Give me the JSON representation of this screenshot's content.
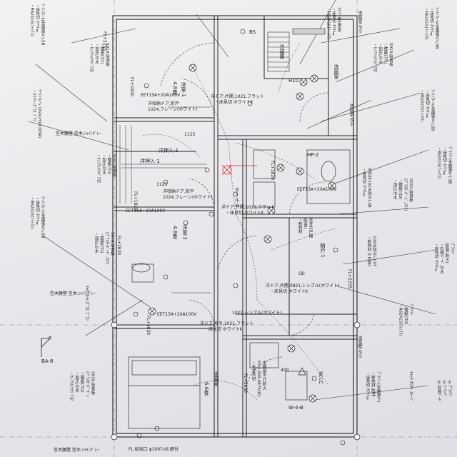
{
  "rooms": {
    "western_1": "洋室-1",
    "western_2": "洋室-2",
    "bedroom": "主寝室",
    "hall": "ホール-2",
    "storage": "納戸-1",
    "closet_1": "洋押入-1",
    "closet_2": "洋押入-1",
    "toilet": "W.I.C",
    "fridge": "冷蔵庫",
    "washroom": "洗面室",
    "wc": "W-4-B"
  },
  "areas": {
    "western_1": "4.8畳",
    "western_2": "4.8畳",
    "bedroom": "6.6畳"
  },
  "doors": {
    "d1": "洋ドア,片開,1021,フラット",
    "d1b": "・床見切 ホワイトⅡ",
    "d2": "洋収納ドア,折戸",
    "d2b": "1024,フレーン(ホワイト)",
    "d3": "洋ドア,片開,1021,フラット",
    "d3b": "・床見切 ホワイトⅡ",
    "d4": "洋ドア,片開,0821,シンプル(ホワイト)",
    "d4b": "・床見切 ホワイトⅡ",
    "d5": "洋ドア,片引,1021,フラット",
    "d5b": "・床見切 ホワイトⅡ",
    "d6": "1021,シンプル(ホワイト)",
    "d7": "洋収納ドア,折戸",
    "d7b": "1024,フレーン(ホワイト)"
  },
  "electrical": {
    "eet1": "EET15A+20A100V",
    "eet2": "EET15A+20A100V",
    "eet3": "EET15A+20A100V",
    "eet4": "EET15A+20A100V",
    "fl1": "FL+1820",
    "fl2": "FL+1820",
    "fl3": "FL+1820",
    "fl4": "FL+2255",
    "fl5": "FL+2255",
    "fl6": "FL+2050",
    "fl7": "FL+1820",
    "fl8": "FL+1820",
    "h10": "H10",
    "bs": "BS",
    "hp2": "HP-2",
    "b_tag": "(B)"
  },
  "dims": {
    "d1125a": "1125",
    "d1125b": "1125",
    "d400": "400"
  },
  "skirting": {
    "s1": "笠木腰壁 笠木:ｼｬｲﾝｸﾞﾚｰ",
    "s2": "笠木腰壁 笠木:ｼｬｲﾝｸﾞﾚｰ",
    "s3": "笠木腰壁 笠木:ｼｬｲﾝｸﾞﾚｰ"
  },
  "section_mark": {
    "letter": "P",
    "code": "BA-8"
  },
  "vent": "FL 給気口 φ100ﾌｨﾙﾀ,網付",
  "notes": {
    "n_ceiling1": "S010,吸音板\n・壁紙(ｸﾛｽ)\n・加圧,巾木\n・ｾｯﾌﾗｲ/ｿｳﾊﾞｸ付",
    "n_ceiling2": "S010,吸音板\n・壁紙(ｸﾛｽ)\n・加圧,巾木\n・ｾｯﾌﾗｲ/ｿｳﾊﾞｸ付",
    "n_ceiling3": "S010,吸音板\n(ﾌﾟﾗｽﾀｰﾎﾞｰﾄﾞ,ﾌﾛｱ)\n・壁紙(ｸﾛｽ)\n・加圧,巾木",
    "n_ceiling4": "S010,吸音板\n(ﾌﾟﾗｽﾀｰﾎﾞｰﾄﾞ)\n・壁紙(ｸﾛｽ)\n・加圧,巾木\n・ｾｯﾌﾗｲ/ｿｳﾊﾞｸ付",
    "n_ceiling5": "S010,吸音板\n・壁紙(ｸﾛｽ)\n・加圧,巾木\n・ｾｯﾌﾗｲ/ｿｳﾊﾞｸ付",
    "n_ceiling6": "S010,吸音板\n(ﾌﾟﾗｽﾀｰﾎﾞｰﾄﾞ,ﾌﾛｱ)\n・壁紙(ｸﾛｽ)\n・加圧,巾木",
    "n_left1": "ﾗｰﾒﾝﾌﾚｰﾑ(全面張り),SB\n・床見切 ﾎﾜｲﾄⅡ\n・R62415(ﾌｨｯｸｽ)",
    "n_left2": "ﾗｰﾒﾝﾌﾚｰﾑ 1024,H10.0(SR)\n・ﾛｽﾄﾘｰ,ｶﾞﾗｽ ﾌﾞﾗﾝ",
    "n_left3": "ﾗｰﾒﾝﾌﾚｰﾑ(全面張り),SB\n・床見切 ﾎﾜｲﾄⅡ\n・R62415(ﾌｨｯｸｽ)",
    "n_right1": "ﾗｰﾒﾝﾌﾚｰﾑ(全面張り),SB\n・床見切 ﾎﾜｲﾄⅡ\n・R62415(ﾌｨｯｸｽ)",
    "n_right2": "ﾗｰﾒﾝﾌﾚｰﾑ(全面張り),SB\n・床見切 ﾎﾜｲﾄⅡ\n・R62415(ﾌｨｯｸｽ)",
    "n_right3": "ﾌﾟﾗｲﾏｰ(全面張り),SB\n・床見切 ﾎﾜｲﾄⅡ\n・R62415(ﾌｨｯｸｽ)",
    "n_right4": "ﾌﾟﾗｲﾏｰ\n(防音,防火)\n・石膏ﾎﾞｰﾄﾞ,巾木\n・床見切 ﾎﾜｲﾄⅡ",
    "n_right5": "ﾌﾟﾗｲﾏｰ\n・壁紙(ｸﾛｽ)\n・R62415(ﾌｨｯｸｽ)",
    "n_right6": "ﾌﾟﾗｲﾏｰ(全面張り)\n・断熱材,防湿\n・床見切 ﾎﾜｲﾄⅡ",
    "n_mid1": "天井吊戸棚\n(防音)\n・断熱材",
    "n_mid2": "中間部吊元,防火\nH=1,000,0875(巾)\n・天井見切",
    "n_mid3": "天井吊1020(防火),SB\n・床見切 ﾎﾜｲﾄⅡ",
    "n_mid4": "1020(防火),ﾌｨﾙﾀ\n・断熱材 0.6(厚)",
    "n_bottom_right": "①ﾌﾟﾗｲﾏｰ\n②ｼｰﾘﾝｸﾞ\n③石膏ﾎﾞｰﾄﾞ",
    "n_top_right": "ｽｲﾝｸﾞ型(角型)\n・床見切 ﾎﾜｲﾄⅡ\n・R62415(ﾌｨｯｸｽ)"
  },
  "vertical_notes": {
    "v1": "洗面室 ﾎﾜｲﾄ",
    "v2": "洗面室 ﾎﾜｲﾄ",
    "v3": "ｷｬﾋﾞﾈｯﾄ,ｶﾞﾗｽ ﾌﾞﾗﾝ",
    "v4": "ｷｬｯﾁ ﾎﾜｲﾄ ｽﾄｰﾌﾞ",
    "v5": "浴室壁 ﾎﾜｲﾄ"
  }
}
